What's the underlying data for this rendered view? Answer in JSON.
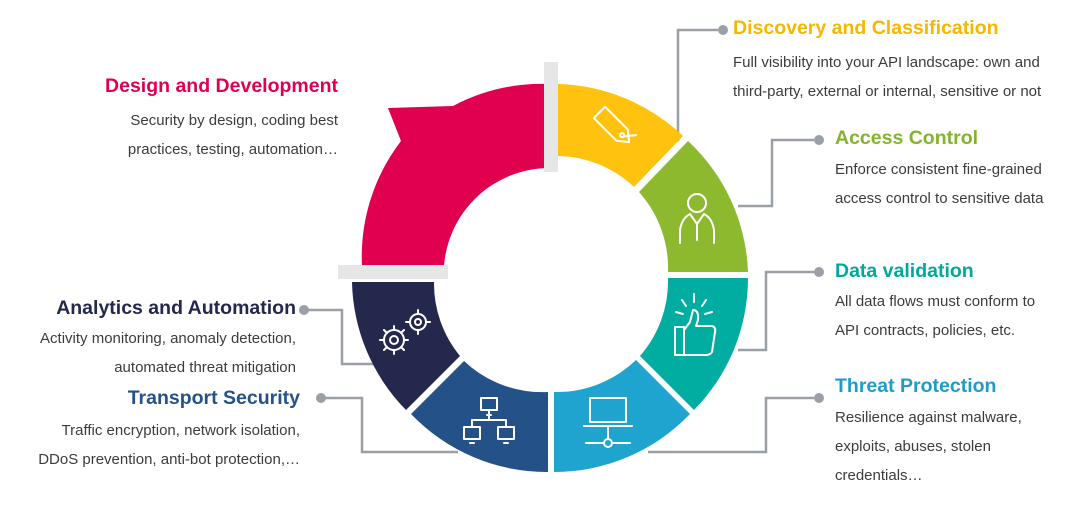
{
  "stages": [
    {
      "id": "discovery",
      "title": "Discovery and Classification",
      "lines": [
        "Full visibility into your API landscape: own and",
        "third-party, external or internal, sensitive or not"
      ],
      "color": "#FFC20E",
      "icon": "tag-icon"
    },
    {
      "id": "access",
      "title": "Access Control",
      "lines": [
        "Enforce consistent fine-grained",
        "access control to sensitive data"
      ],
      "color": "#8DB92E",
      "icon": "user-icon"
    },
    {
      "id": "validation",
      "title": "Data validation",
      "lines": [
        "All data flows must conform to",
        "API contracts, policies, etc."
      ],
      "color": "#00ADA0",
      "icon": "thumbs-up-icon"
    },
    {
      "id": "threat",
      "title": "Threat Protection",
      "lines": [
        "Resilience against malware,",
        "exploits, abuses, stolen",
        "credentials…"
      ],
      "color": "#1FA3CF",
      "icon": "laptop-network-icon"
    },
    {
      "id": "transport",
      "title": "Transport Security",
      "lines": [
        "Traffic encryption, network isolation,",
        "DDoS prevention, anti-bot protection,…"
      ],
      "color": "#245188",
      "icon": "network-icon"
    },
    {
      "id": "analytics",
      "title": "Analytics and Automation",
      "lines": [
        "Activity monitoring, anomaly detection,",
        "automated threat mitigation"
      ],
      "color": "#25284D",
      "icon": "gears-icon"
    },
    {
      "id": "design",
      "title": "Design and Development",
      "lines": [
        "Security by design, coding best",
        "practices, testing, automation…"
      ],
      "color": "#E0004F",
      "icon": "arrow-icon"
    }
  ],
  "title_colors": {
    "discovery": "#F5B800",
    "access": "#84B42B",
    "validation": "#00A99D",
    "threat": "#1E9CC9",
    "transport": "#25528A",
    "analytics": "#25284D",
    "design": "#E0004F"
  }
}
